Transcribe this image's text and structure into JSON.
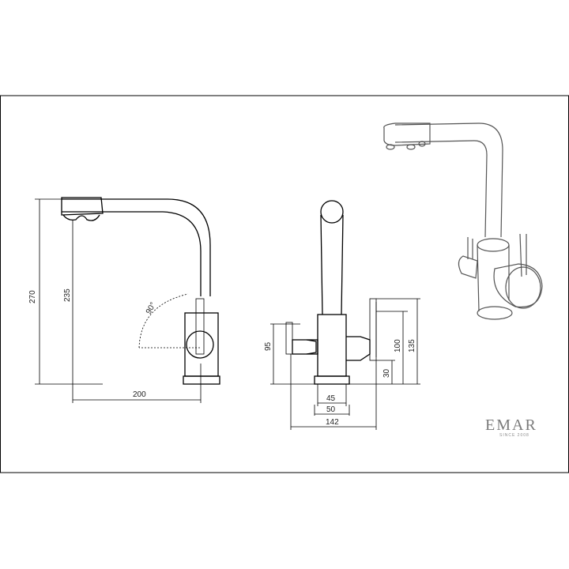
{
  "dimensions": {
    "height_total": "270",
    "height_spout": "235",
    "reach": "200",
    "rotation": "90°",
    "handle_height": "95",
    "base_width": "45",
    "body_width": "50",
    "total_width": "142",
    "lever_height": "100",
    "total_height_right": "135",
    "base_height": "30"
  },
  "brand": {
    "name": "EMAR",
    "tagline": "SINCE 2008"
  }
}
